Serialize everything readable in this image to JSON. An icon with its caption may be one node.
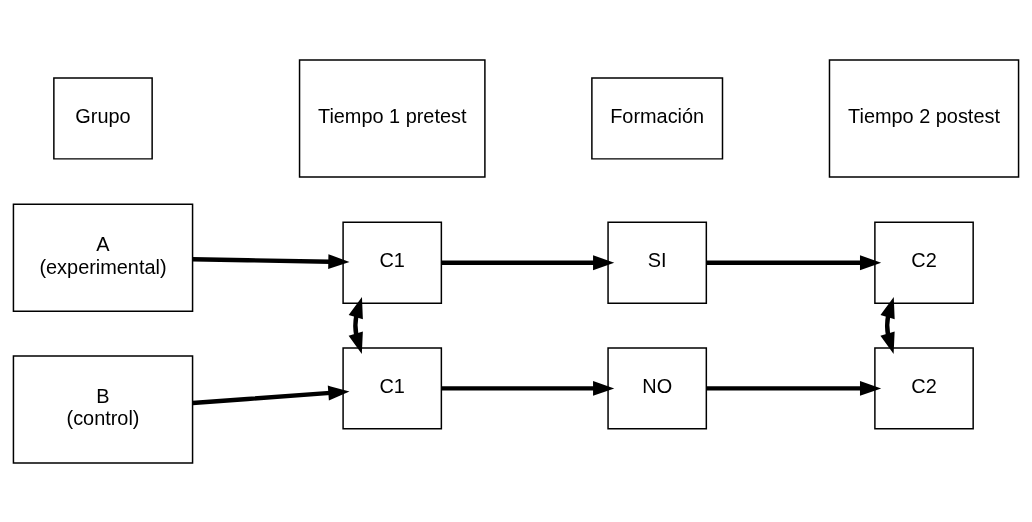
{
  "diagram": {
    "nodes": [
      {
        "text": [
          "Grupo"
        ]
      },
      {
        "text": [
          "Tiempo 1 pretest"
        ]
      },
      {
        "text": [
          "Formación"
        ]
      },
      {
        "text": [
          "Tiempo 2 postest"
        ]
      },
      {
        "text": [
          "A",
          "(experimental)"
        ]
      },
      {
        "text": [
          "C1"
        ]
      },
      {
        "text": [
          "SI"
        ]
      },
      {
        "text": [
          "C2"
        ]
      },
      {
        "text": [
          "B",
          "(control)"
        ]
      },
      {
        "text": [
          "C1"
        ]
      },
      {
        "text": [
          "NO"
        ]
      },
      {
        "text": [
          "C2"
        ]
      }
    ],
    "edges": [
      {
        "from": 4,
        "to": 5,
        "arrow": "to"
      },
      {
        "from": 5,
        "to": 6,
        "arrow": "to"
      },
      {
        "from": 6,
        "to": 7,
        "arrow": "to"
      },
      {
        "from": 5,
        "to": 9,
        "arrow": "both"
      },
      {
        "from": 7,
        "to": 11,
        "arrow": "both"
      },
      {
        "from": 8,
        "to": 9,
        "arrow": "to"
      },
      {
        "from": 9,
        "to": 10,
        "arrow": "to"
      },
      {
        "from": 10,
        "to": 11,
        "arrow": "to"
      }
    ]
  }
}
